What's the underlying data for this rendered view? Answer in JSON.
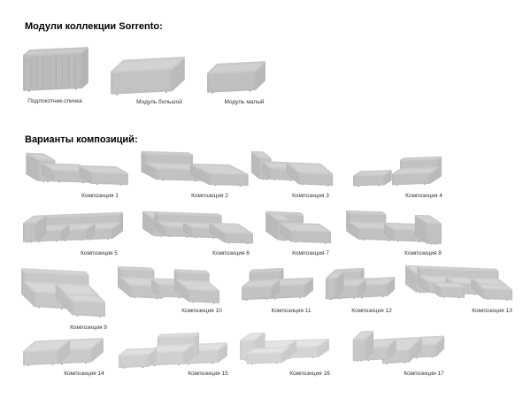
{
  "modules": {
    "heading": "Модули коллекции Sorrento:",
    "items": [
      {
        "label": "Подлокотник-спинка",
        "icon": "armrest-back-module-image"
      },
      {
        "label": "Модуль большой",
        "icon": "large-module-image"
      },
      {
        "label": "Модуль малый",
        "icon": "small-module-image"
      }
    ]
  },
  "compositions": {
    "heading": "Варианты композиций:",
    "items": [
      {
        "label": "Композиция 1",
        "icon": "composition-1-sofa-image"
      },
      {
        "label": "Композиция 2",
        "icon": "composition-2-sofa-image"
      },
      {
        "label": "Композиция 3",
        "icon": "composition-3-sofa-image"
      },
      {
        "label": "Композиция 4",
        "icon": "composition-4-sofa-image"
      },
      {
        "label": "Композиция 5",
        "icon": "composition-5-sofa-image"
      },
      {
        "label": "Композиция 6",
        "icon": "composition-6-sofa-image"
      },
      {
        "label": "Композиция 7",
        "icon": "composition-7-sofa-image"
      },
      {
        "label": "Композиция 8",
        "icon": "composition-8-sofa-image"
      },
      {
        "label": "Композиция 9",
        "icon": "composition-9-sofa-image"
      },
      {
        "label": "Композиция 10",
        "icon": "composition-10-sofa-image"
      },
      {
        "label": "Композиция 11",
        "icon": "composition-11-sofa-image"
      },
      {
        "label": "Композиция 12",
        "icon": "composition-12-sofa-image"
      },
      {
        "label": "Композиция 13",
        "icon": "composition-13-sofa-image"
      },
      {
        "label": "Композиция 14",
        "icon": "composition-14-sofa-image"
      },
      {
        "label": "Композиция 15",
        "icon": "composition-15-sofa-image"
      },
      {
        "label": "Композиция 16",
        "icon": "composition-16-sofa-image"
      },
      {
        "label": "Композиция 17",
        "icon": "composition-17-sofa-image"
      }
    ]
  },
  "colors": {
    "background": "#ffffff",
    "heading_text": "#000000",
    "label_text": "#333333",
    "sofa_base_gray": "#c4c4c4",
    "sofa_light_gray": "#dedede"
  }
}
